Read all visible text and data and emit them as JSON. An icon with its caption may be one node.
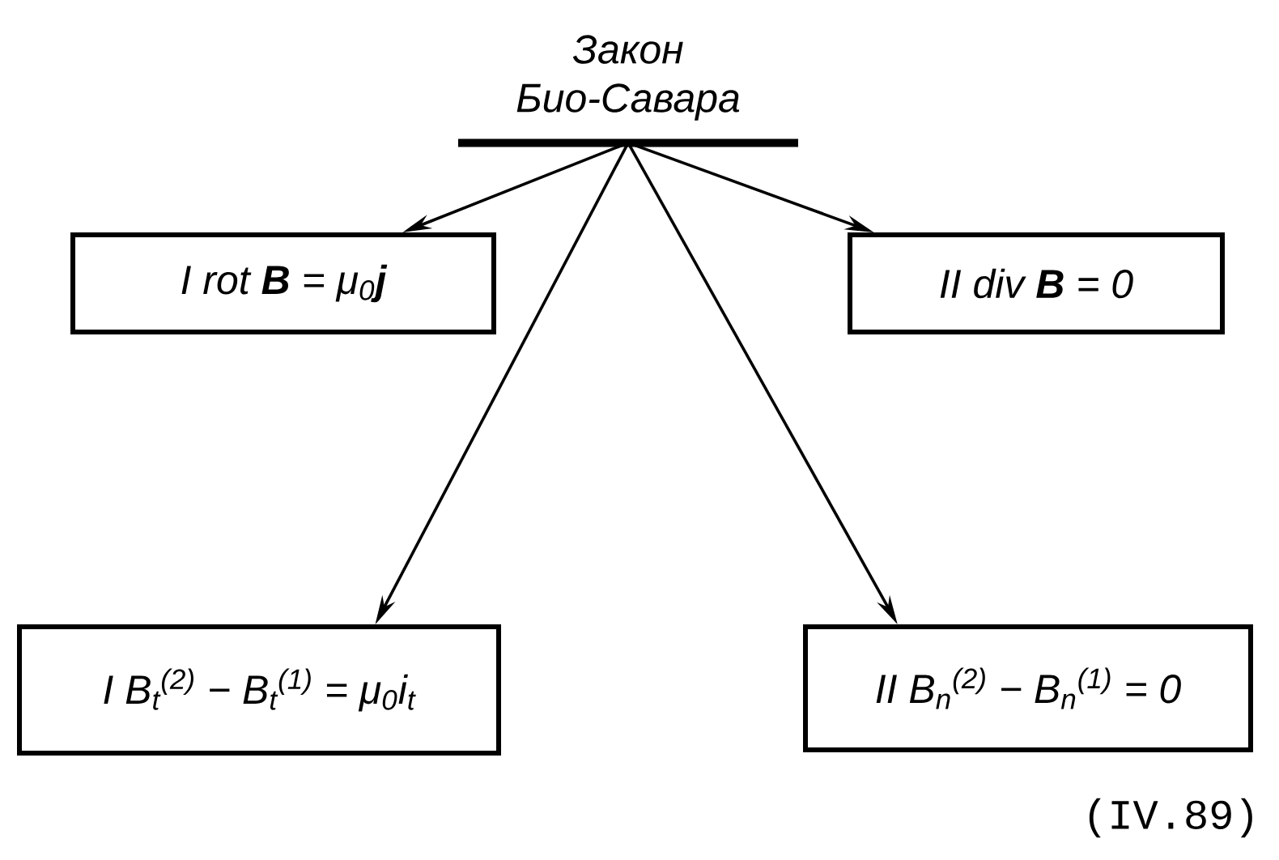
{
  "diagram": {
    "nodes": [
      {
        "text": [
          "Закон Био-Савара"
        ]
      },
      {
        "text": [
          "I rot **B** = μ$_{0}$**j**"
        ]
      },
      {
        "text": [
          "II div **B** = 0"
        ]
      },
      {
        "text": [
          "I B$_{t}$$^{(2)}$ − B$_{t}$$^{(1)}$ = μ$_{0}$i$_{t}$"
        ]
      },
      {
        "text": [
          "II B$_{n}$$^{(2)}$ − B$_{n}$$^{(1)}$ = 0"
        ]
      }
    ],
    "edges": [
      {
        "from": 0,
        "to": 1,
        "arrow": "to"
      },
      {
        "from": 0,
        "to": 2,
        "arrow": "to"
      },
      {
        "from": 0,
        "to": 3,
        "arrow": "to"
      },
      {
        "from": 0,
        "to": 4,
        "arrow": "to"
      }
    ],
    "labels": [
      "(IV.89)"
    ]
  }
}
